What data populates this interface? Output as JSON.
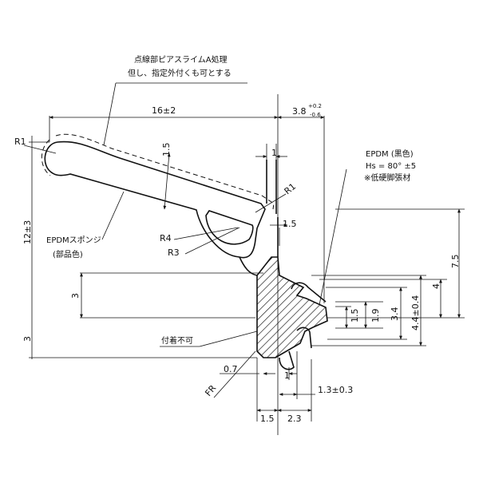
{
  "notes": {
    "top_line1": "点線部ピアスライムA処理",
    "top_line2": "但し、指定外付くも可とする",
    "epdm_left_line1": "EPDMスポンジ",
    "epdm_left_line2": "(部品色)",
    "epdm_right_line1": "EPDM (黒色)",
    "epdm_right_line2": "Hs = 80° ±5",
    "epdm_right_line3": "※低硬脚張材",
    "attach_note": "付着不可"
  },
  "dims": {
    "width_main": "16±2",
    "width_right_base": "3.8",
    "width_right_tol_up": "+0.2",
    "width_right_tol_dn": "-0.6",
    "height_left": "12±3",
    "r1_top": "R1",
    "r1_right": "R1",
    "r4": "R4",
    "r3": "R3",
    "thick_1_5_a": "1.5",
    "thick_1_5_b": "1.5",
    "thick_1": "1",
    "dim_7_5": "7.5",
    "dim_4": "4",
    "dim_3_left": "3",
    "dim_3_lower": "3",
    "dim_1_5_v": "1.5",
    "dim_1_9": "1.9",
    "dim_3_4": "3.4",
    "dim_4_4": "4.4±0.4",
    "dim_0_7": "0.7",
    "dim_fr": "FR",
    "dim_1": "1",
    "dim_1_3": "1.3±0.3",
    "dim_1_5_bottom": "1.5",
    "dim_2_3": "2.3"
  }
}
